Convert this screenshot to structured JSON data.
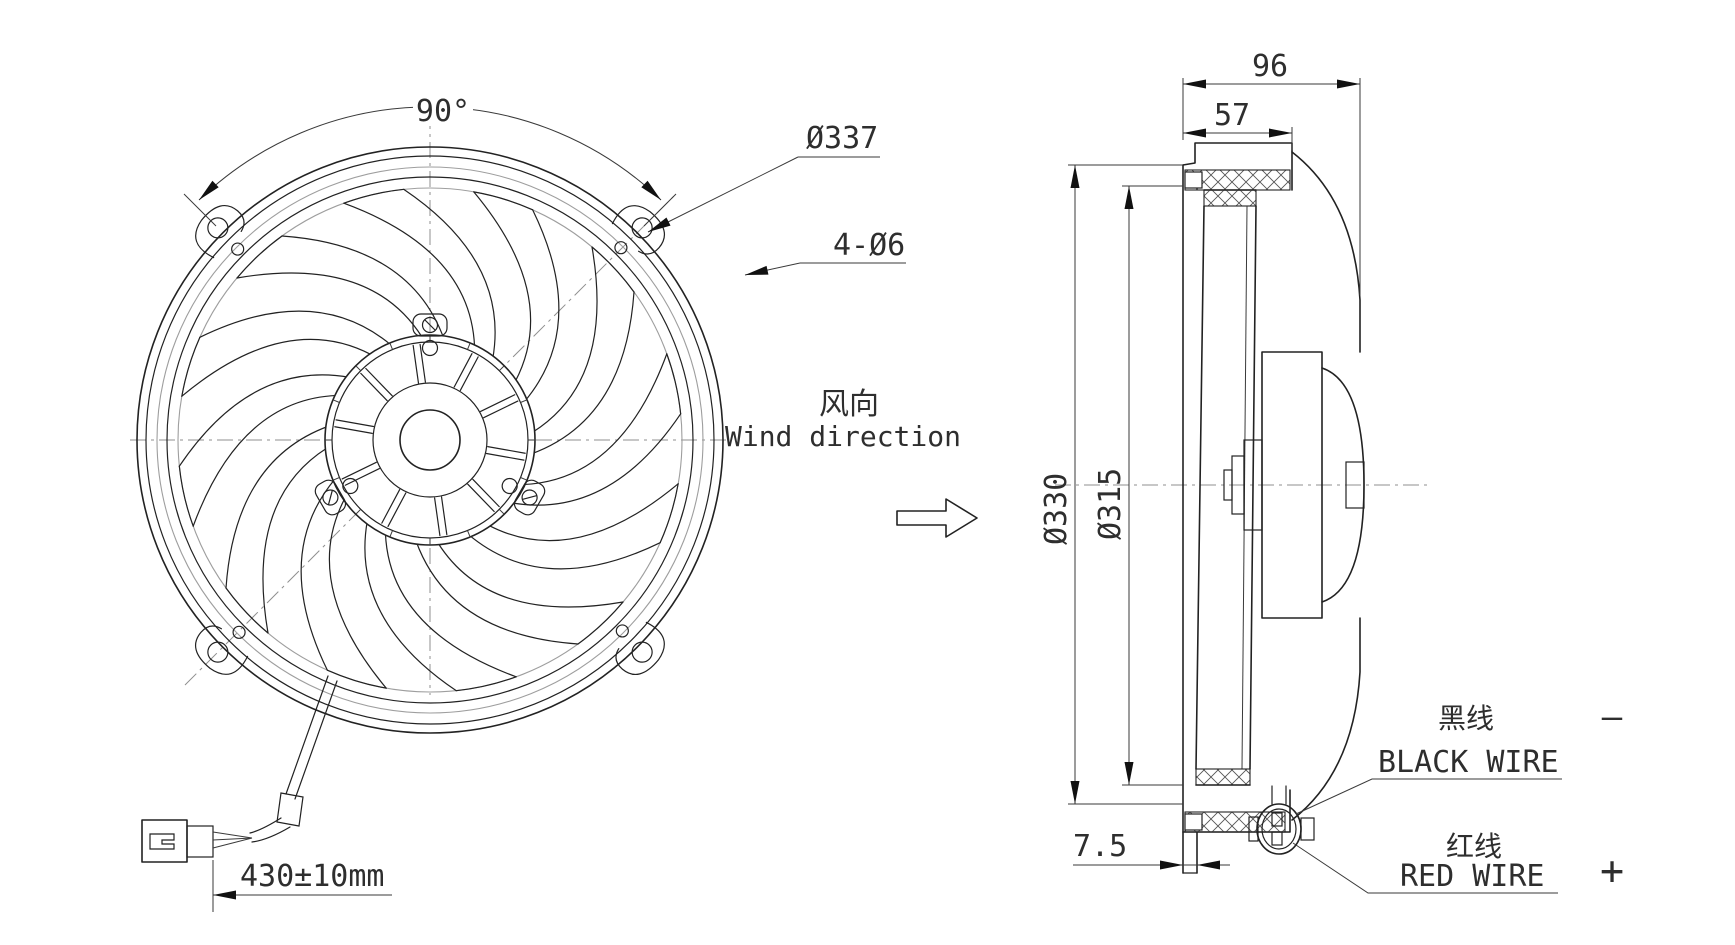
{
  "drawing": {
    "type": "axial-fan-engineering-drawing",
    "front_view": {
      "angle_dim": "90°",
      "mounting_circle_dim": "Ø337",
      "mounting_holes_dim": "4-Ø6",
      "wire_length_dim": "430±10mm"
    },
    "wind_direction": {
      "label_cn": "风向",
      "label_en": "Wind direction"
    },
    "side_view": {
      "total_depth_dim": "96",
      "shroud_depth_dim": "57",
      "outer_diameter_dim": "Ø330",
      "blade_diameter_dim": "Ø315",
      "flange_offset_dim": "7.5"
    },
    "wires": {
      "black": {
        "label_cn": "黑线",
        "label_en": "BLACK WIRE",
        "polarity": "—"
      },
      "red": {
        "label_cn": "红线",
        "label_en": "RED WIRE",
        "polarity": "+"
      }
    },
    "colors": {
      "line": "#222222",
      "centerline": "#8f8f8f",
      "background": "#ffffff"
    }
  }
}
